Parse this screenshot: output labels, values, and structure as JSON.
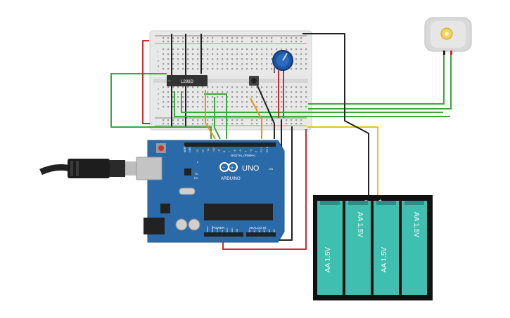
{
  "breadboard": {
    "row_letters_top": [
      "j",
      "i",
      "h",
      "g",
      "f"
    ],
    "row_letters_bottom": [
      "e",
      "d",
      "c",
      "b",
      "a"
    ]
  },
  "driver_chip": {
    "label": "L293D"
  },
  "arduino": {
    "model": "UNO",
    "brand": "ARDUINO",
    "digital_header_label": "DIGITAL (PWM~)",
    "power_label": "POWER",
    "analog_label": "ANALOG IN",
    "aref_label": "AREF",
    "gnd_label": "GND",
    "digital_pins": [
      "13",
      "12",
      "~11",
      "~10",
      "~9",
      "8",
      "7",
      "~6",
      "~5",
      "4",
      "~3",
      "2",
      "TX 1",
      "RX 0"
    ],
    "analog_pins": [
      "A0",
      "A1",
      "A2",
      "A3",
      "A4",
      "A5"
    ],
    "power_pins": [
      "IOREF",
      "RESET",
      "3.3V",
      "5V",
      "GND",
      "GND",
      "VIN"
    ],
    "led_labels": [
      "L",
      "TX",
      "RX",
      "ON"
    ]
  },
  "battery_pack": {
    "cells": [
      "AA 1.5V",
      "AA 1.5V",
      "AA 1.5V",
      "AA 1.5V"
    ],
    "minus_symbol": "−",
    "plus_symbol": "+"
  },
  "colors": {
    "wire_green": "#3aa83a",
    "wire_red": "#d0282b",
    "wire_black": "#222222",
    "wire_orange": "#e8921c",
    "wire_yellow": "#e6c21a",
    "arduino_blue": "#2a6aa8",
    "battery_cell": "#3fbfb0"
  }
}
